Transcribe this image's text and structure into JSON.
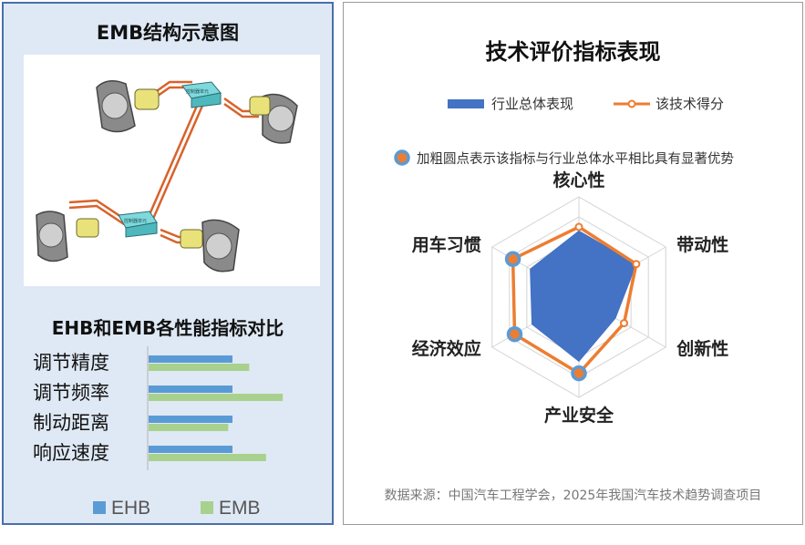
{
  "left": {
    "diagram_title": "EMB结构示意图",
    "diagram_labels": [
      "控制器单元",
      "控制器单元"
    ],
    "compare_title": "EHB和EMB各性能指标对比"
  },
  "right": {
    "title": "技术评价指标表现",
    "note": "加粗圆点表示该指标与行业总体水平相比具有显著优势",
    "source": "数据来源：中国汽车工程学会，2025年我国汽车技术趋势调查项目"
  },
  "colors": {
    "ehb": "#5b9bd5",
    "emb": "#a9d18e",
    "industry": "#4472c4",
    "tech": "#ed7d31",
    "highlight": "#5b9bd5"
  },
  "chart_data": [
    {
      "type": "bar",
      "orientation": "horizontal",
      "categories": [
        "调节精度",
        "调节频率",
        "制动距离",
        "响应速度"
      ],
      "series": [
        {
          "name": "EHB",
          "values": [
            1.0,
            1.0,
            1.0,
            1.0
          ]
        },
        {
          "name": "EMB",
          "values": [
            1.2,
            1.6,
            0.95,
            1.4
          ]
        }
      ],
      "legend": "bottom"
    },
    {
      "type": "radar",
      "axes": [
        "核心性",
        "带动性",
        "创新性",
        "产业安全",
        "经济效应",
        "用车习惯"
      ],
      "rmax": 5,
      "series": [
        {
          "name": "行业总体表现",
          "values": [
            3.3,
            3.3,
            2.1,
            3.2,
            2.7,
            2.8
          ]
        },
        {
          "name": "该技术得分",
          "values": [
            3.5,
            3.3,
            2.6,
            3.8,
            3.7,
            3.8
          ]
        }
      ],
      "highlighted": [
        "产业安全",
        "经济效应",
        "用车习惯"
      ],
      "legend": "top"
    }
  ]
}
